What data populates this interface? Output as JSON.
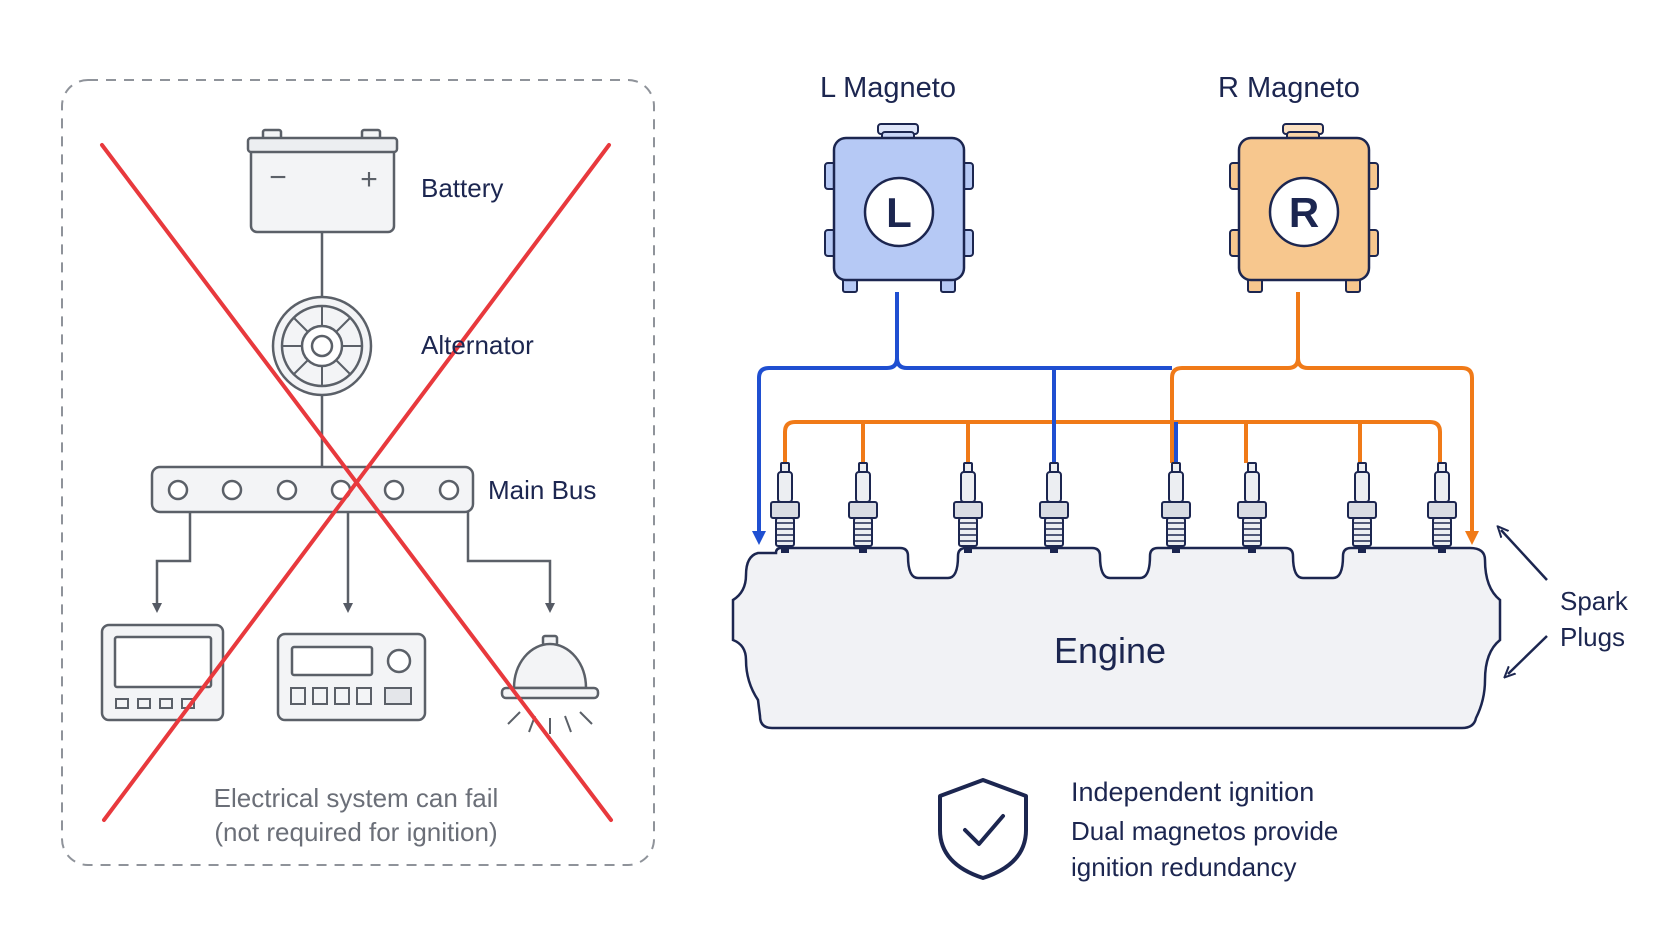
{
  "electrical": {
    "battery_label": "Battery",
    "battery_minus": "−",
    "battery_plus": "+",
    "alternator_label": "Alternator",
    "bus_label": "Main Bus",
    "note_line1": "Electrical system can fail",
    "note_line2": "(not required for ignition)",
    "cross_color": "#e8393d"
  },
  "magnetos": {
    "left": {
      "label": "L Magneto",
      "badge": "L",
      "color": "#b6c9f5",
      "wire_color": "#1f4fd1"
    },
    "right": {
      "label": "R Magneto",
      "badge": "R",
      "color": "#f7c78e",
      "wire_color": "#f07a18"
    }
  },
  "engine": {
    "label": "Engine"
  },
  "spark_plugs": {
    "label_line1": "Spark",
    "label_line2": "Plugs",
    "count": 8
  },
  "info": {
    "icon": "shield-check-icon",
    "title": "Independent ignition",
    "body_line1": "Dual magnetos provide",
    "body_line2": "ignition redundancy"
  }
}
